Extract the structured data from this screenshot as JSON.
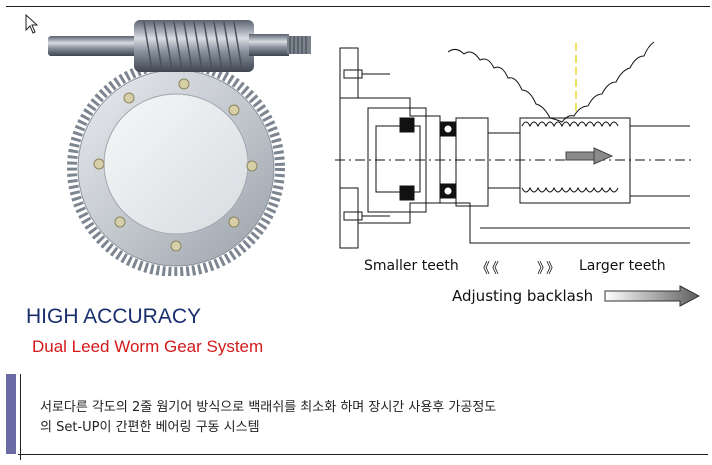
{
  "diagram": {
    "left_label": "Smaller teeth",
    "left_chevrons": "《《",
    "right_chevrons": "》》",
    "right_label": "Larger teeth",
    "adjust_label": "Adjusting backlash"
  },
  "content": {
    "heading": "HIGH ACCURACY",
    "subheading": "Dual Leed Worm Gear System",
    "description_line1": "서로다른 각도의 2줄 웜기어 방식으로 백래쉬를 최소화 하며 장시간 사용후 가공정도",
    "description_line2": "의 Set-UP이  간편한 베어링 구동 시스템"
  },
  "colors": {
    "heading": "#1a2f6e",
    "subheading": "#d21a1a",
    "accent_bar": "#6a6aa4"
  }
}
